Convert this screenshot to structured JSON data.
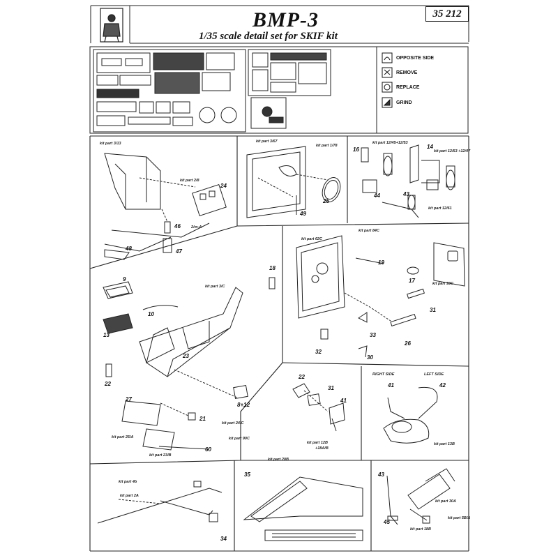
{
  "header": {
    "title": "BMP-3",
    "subtitle": "1/35 scale detail set for SKIF kit",
    "code": "35 212"
  },
  "legend": [
    {
      "label": "OPPOSITE SIDE",
      "icon": "opposite-side-icon"
    },
    {
      "label": "REMOVE",
      "icon": "remove-icon"
    },
    {
      "label": "REPLACE",
      "icon": "replace-icon"
    },
    {
      "label": "GRIND",
      "icon": "grind-icon"
    }
  ],
  "panels": {
    "p1": {
      "kit_a": "kit part 3/13",
      "kit_b": "kit part 2/8",
      "n1": "24",
      "n2": "2/m-A",
      "n3": "46",
      "n4": "47",
      "n5": "48"
    },
    "p2": {
      "kit_a": "kit part 3/67",
      "kit_b": "kit part 1/78",
      "n1": "25",
      "n2": "49"
    },
    "p3": {
      "kit_a": "kit part 12/45+12/53",
      "kit_b": "kit part 12/53 +12/47",
      "kit_c": "kit part 12/61",
      "n1": "16",
      "n2": "14",
      "n3": "44",
      "n4": "43"
    },
    "p4": {
      "kit_a": "kit part 3/C",
      "n1": "9",
      "n2": "10",
      "n3": "13",
      "n4": "18",
      "n5": "22",
      "n6": "23",
      "n7": "27",
      "n8": "8+12",
      "n9": "21",
      "kit_b": "kit part 25/A",
      "kit_c": "kit part 23/B",
      "kit_d": "kit part 24/C",
      "kit_e": "kit part 90C",
      "n10": "60"
    },
    "p5": {
      "kit_a": "kit part 62C",
      "kit_b": "kit part 84C",
      "kit_c": "kit part 93C",
      "n1": "19",
      "n2": "17",
      "n3": "31",
      "n4": "32",
      "n5": "30",
      "n6": "33",
      "n7": "26"
    },
    "p6": {
      "n1": "22",
      "n2": "31",
      "n3": "41",
      "kit_a": "kit part 12B",
      "kit_b": "+18A/B"
    },
    "p7": {
      "right": "RIGHT SIDE",
      "left": "LEFT SIDE",
      "n1": "41",
      "n2": "42",
      "kit_a": "kit part 13B"
    },
    "p8": {
      "kit_a": "kit part 4b",
      "kit_b": "kit part 2A",
      "n1": "34"
    },
    "p9": {
      "kit_a": "kit part 20B",
      "n1": "35"
    },
    "p10": {
      "n1": "43",
      "n2": "45",
      "kit_a": "kit part 30A",
      "kit_b": "kit part 5B/A",
      "kit_c": "kit part 18B"
    }
  }
}
